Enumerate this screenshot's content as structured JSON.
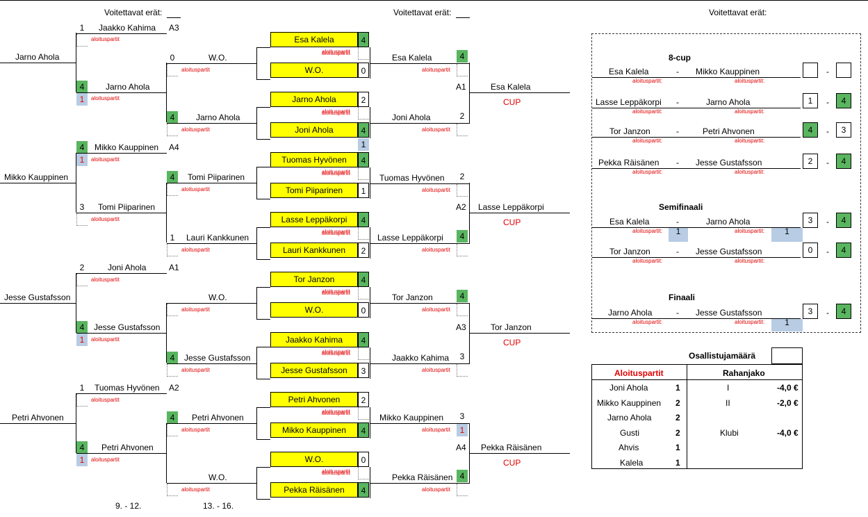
{
  "headers": {
    "winning_sets": "Voitettavat erät:"
  },
  "aloituspartit_tag": "aloituspartit",
  "aloituspartit_tag2": "aloituspartit:",
  "round1": [
    {
      "name": "Jarno Ahola"
    },
    {
      "name": "Mikko Kauppinen"
    },
    {
      "name": "Jesse Gustafsson"
    },
    {
      "name": "Petri Ahvonen"
    }
  ],
  "round2": [
    {
      "num": "1",
      "name": "Jaakko Kahima",
      "code": "A3"
    },
    {
      "num": "4",
      "name": "Jarno Ahola"
    },
    {
      "num": "4",
      "name": "Mikko Kauppinen",
      "code": "A4"
    },
    {
      "num": "3",
      "name": "Tomi Piiparinen"
    },
    {
      "num": "2",
      "name": "Joni Ahola",
      "code": "A1"
    },
    {
      "num": "4",
      "name": "Jesse Gustafsson"
    },
    {
      "num": "1",
      "name": "Tuomas Hyvönen",
      "code": "A2"
    },
    {
      "num": "4",
      "name": "Petri Ahvonen"
    }
  ],
  "blue_one": "1",
  "round3": [
    {
      "num": "0",
      "name": "W.O."
    },
    {
      "num": "4",
      "name": "Jarno Ahola"
    },
    {
      "num": "4",
      "name": "Tomi Piiparinen"
    },
    {
      "num": "1",
      "name": "Lauri Kankkunen"
    },
    {
      "num": "",
      "name": "W.O."
    },
    {
      "num": "4",
      "name": "Jesse Gustafsson"
    },
    {
      "num": "4",
      "name": "Petri Ahvonen"
    },
    {
      "num": "",
      "name": "W.O."
    }
  ],
  "round_labels": {
    "r2": "9. - 12.",
    "r3": "13. - 16."
  },
  "yellow": [
    {
      "name": "Esa Kalela",
      "score": "4"
    },
    {
      "name": "W.O.",
      "score": "0"
    },
    {
      "name": "Jarno Ahola",
      "score": "2"
    },
    {
      "name": "Joni Ahola",
      "score": "4"
    },
    {
      "name": "Tuomas Hyvönen",
      "score": "4"
    },
    {
      "name": "Tomi Piiparinen",
      "score": "1"
    },
    {
      "name": "Lasse Leppäkorpi",
      "score": "4"
    },
    {
      "name": "Lauri Kankkunen",
      "score": "2"
    },
    {
      "name": "Tor Janzon",
      "score": "4"
    },
    {
      "name": "W.O.",
      "score": "0"
    },
    {
      "name": "Jaakko Kahima",
      "score": "4"
    },
    {
      "name": "Jesse Gustafsson",
      "score": "3"
    },
    {
      "name": "Petri Ahvonen",
      "score": "2"
    },
    {
      "name": "Mikko Kauppinen",
      "score": "4"
    },
    {
      "name": "W.O.",
      "score": "0"
    },
    {
      "name": "Pekka Räisänen",
      "score": "4"
    }
  ],
  "round5": [
    {
      "name": "Esa Kalela",
      "score": "4"
    },
    {
      "name": "Joni Ahola",
      "score": "2"
    },
    {
      "name": "Tuomas Hyvönen",
      "score": "2"
    },
    {
      "name": "Lasse Leppäkorpi",
      "score": "4"
    },
    {
      "name": "Tor Janzon",
      "score": "4"
    },
    {
      "name": "Jaakko Kahima",
      "score": "3"
    },
    {
      "name": "Mikko Kauppinen",
      "score": "3"
    },
    {
      "name": "Pekka Räisänen",
      "score": "4"
    }
  ],
  "round6": [
    {
      "code": "A1",
      "name": "Esa Kalela"
    },
    {
      "code": "A2",
      "name": "Lasse Leppäkorpi"
    },
    {
      "code": "A3",
      "name": "Tor Janzon"
    },
    {
      "code": "A4",
      "name": "Pekka Räisänen"
    }
  ],
  "cup": "CUP",
  "panel": {
    "cup8_title": "8-cup",
    "semi_title": "Semifinaali",
    "final_title": "Finaali",
    "dash": "-",
    "cup8": [
      {
        "a": "Esa Kalela",
        "b": "Mikko Kauppinen",
        "sa": "",
        "sb": ""
      },
      {
        "a": "Lasse Leppäkorpi",
        "b": "Jarno Ahola",
        "sa": "1",
        "sb": "4"
      },
      {
        "a": "Tor Janzon",
        "b": "Petri Ahvonen",
        "sa": "4",
        "sb": "3"
      },
      {
        "a": "Pekka Räisänen",
        "b": "Jesse Gustafsson",
        "sa": "2",
        "sb": "4"
      }
    ],
    "semi": [
      {
        "a": "Esa Kalela",
        "b": "Jarno Ahola",
        "sa": "3",
        "sb": "4"
      },
      {
        "a": "Tor Janzon",
        "b": "Jesse Gustafsson",
        "sa": "0",
        "sb": "4"
      }
    ],
    "final": {
      "a": "Jarno Ahola",
      "b": "Jesse Gustafsson",
      "sa": "3",
      "sb": "4"
    }
  },
  "osallistujamaara": "Osallistujamäärä",
  "aloituspartit_title": "Aloituspartit",
  "rahanjako_title": "Rahanjako",
  "aloituspartit_list": [
    {
      "name": "Joni Ahola",
      "count": "1"
    },
    {
      "name": "Mikko Kauppinen",
      "count": "2"
    },
    {
      "name": "Jarno Ahola",
      "count": "2"
    },
    {
      "name": "Gusti",
      "count": "2"
    },
    {
      "name": "Ahvis",
      "count": "1"
    },
    {
      "name": "Kalela",
      "count": "1"
    }
  ],
  "rahanjako": [
    {
      "label": "I",
      "amount": "-4,0 €"
    },
    {
      "label": "II",
      "amount": "-2,0 €"
    },
    {
      "label": "Klubi",
      "amount": "-4,0 €"
    }
  ]
}
